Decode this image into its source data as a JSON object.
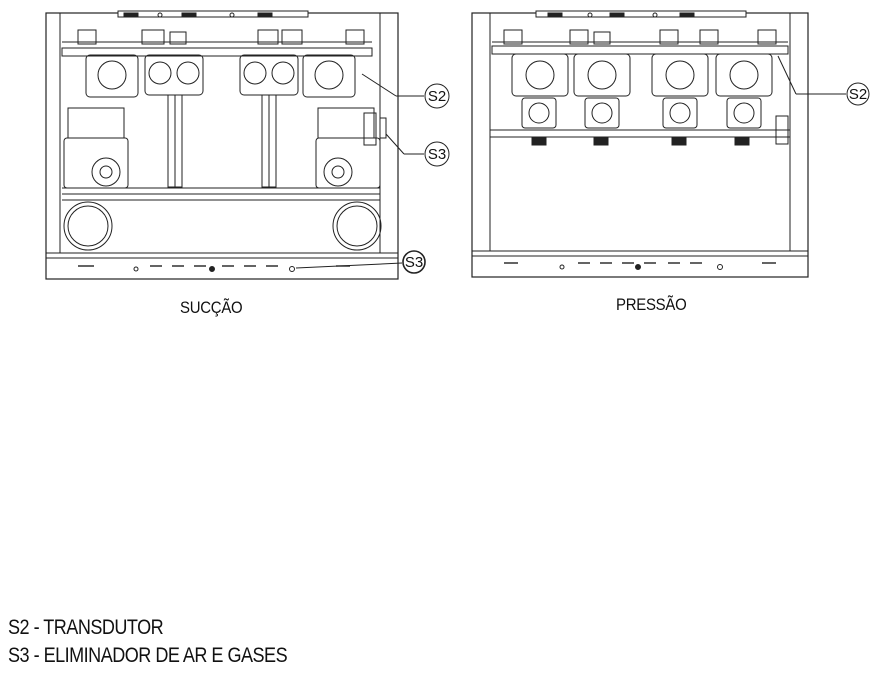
{
  "views": [
    {
      "id": "suction",
      "caption": "SUCÇÃO"
    },
    {
      "id": "pressure",
      "caption": "PRESSÃO"
    }
  ],
  "callouts": {
    "s2": "S2",
    "s3": "S3"
  },
  "legend": [
    {
      "code": "S2",
      "separator": " - ",
      "label": "TRANSDUTOR"
    },
    {
      "code": "S3",
      "separator": " - ",
      "label": "ELIMINADOR DE AR E GASES"
    }
  ]
}
